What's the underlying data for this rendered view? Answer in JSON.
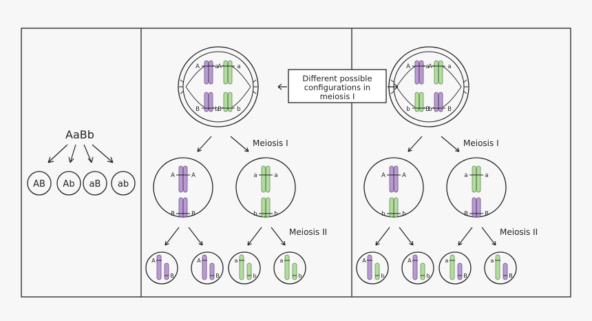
{
  "colors": {
    "purple": "#b89bd0",
    "purple_edge": "#6d4f86",
    "green": "#b3dca0",
    "green_edge": "#5f8a4f",
    "ink": "#222222",
    "bg": "#f7f7f7"
  },
  "left_panel": {
    "genotype": "AaBb",
    "gametes": [
      "AB",
      "Ab",
      "aB",
      "ab"
    ]
  },
  "callout": {
    "lines": [
      "Different possible",
      "configurations in",
      "meiosis I"
    ]
  },
  "labels": {
    "meiosis1": "Meiosis I",
    "meiosis2": "Meiosis II"
  },
  "alleles": {
    "A": "A",
    "a": "a",
    "B": "B",
    "b": "b"
  }
}
